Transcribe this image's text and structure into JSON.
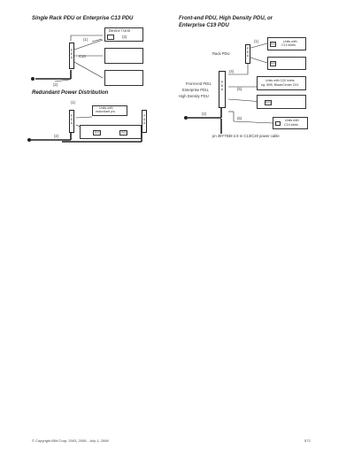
{
  "left": {
    "heading": "Single Rack PDU or Enterprise C13 PDU",
    "device_unit": "Device / Unit",
    "callout_1": "(1)",
    "callout_3": "(3)",
    "callout_2": "(2)",
    "c13": "C13",
    "pdu_letters": [
      "P",
      "D",
      "U"
    ]
  },
  "redundant": {
    "heading": "Redundant Power Distribution",
    "callout_1": "(1)",
    "callout_2": "(2)",
    "unit_text_line1": "Units with",
    "unit_text_line2": "redundant p/s",
    "ps_label": "P/S",
    "pdu_letters": [
      "P",
      "D",
      "U"
    ]
  },
  "right": {
    "heading_line1": "Front-end PDU, High Density PDU, or",
    "heading_line2": "Enterprise C19 PDU",
    "callout_1": "(1)",
    "callout_4": "(4)",
    "callout_5": "(5)",
    "callout_2": "(2)",
    "callout_6": "(6)",
    "rack_pdu": "Rack PDU",
    "frontend_line1": "Front-end PDU,",
    "frontend_line2": "Enterprise PDU,",
    "frontend_line3": "High Density PDU",
    "c14_line1": "Units with",
    "c14_line2": "C14 inlets",
    "ps_label": "P/S",
    "c20_line1": "Units with C20 inlets",
    "c20_line2": "eg. i595, BladeCenter 2XX",
    "c14b_line1": "Units with",
    "c14b_line2": "C14 inlets",
    "cable": "pn 39Y7938  2.8 m C13/C20 power cable",
    "pdu_letters": [
      "P",
      "D",
      "U"
    ]
  },
  "footer": {
    "copyright": "© Copyright IBM Corp. 2003, 2008 - July 1, 2008",
    "page": "572"
  }
}
